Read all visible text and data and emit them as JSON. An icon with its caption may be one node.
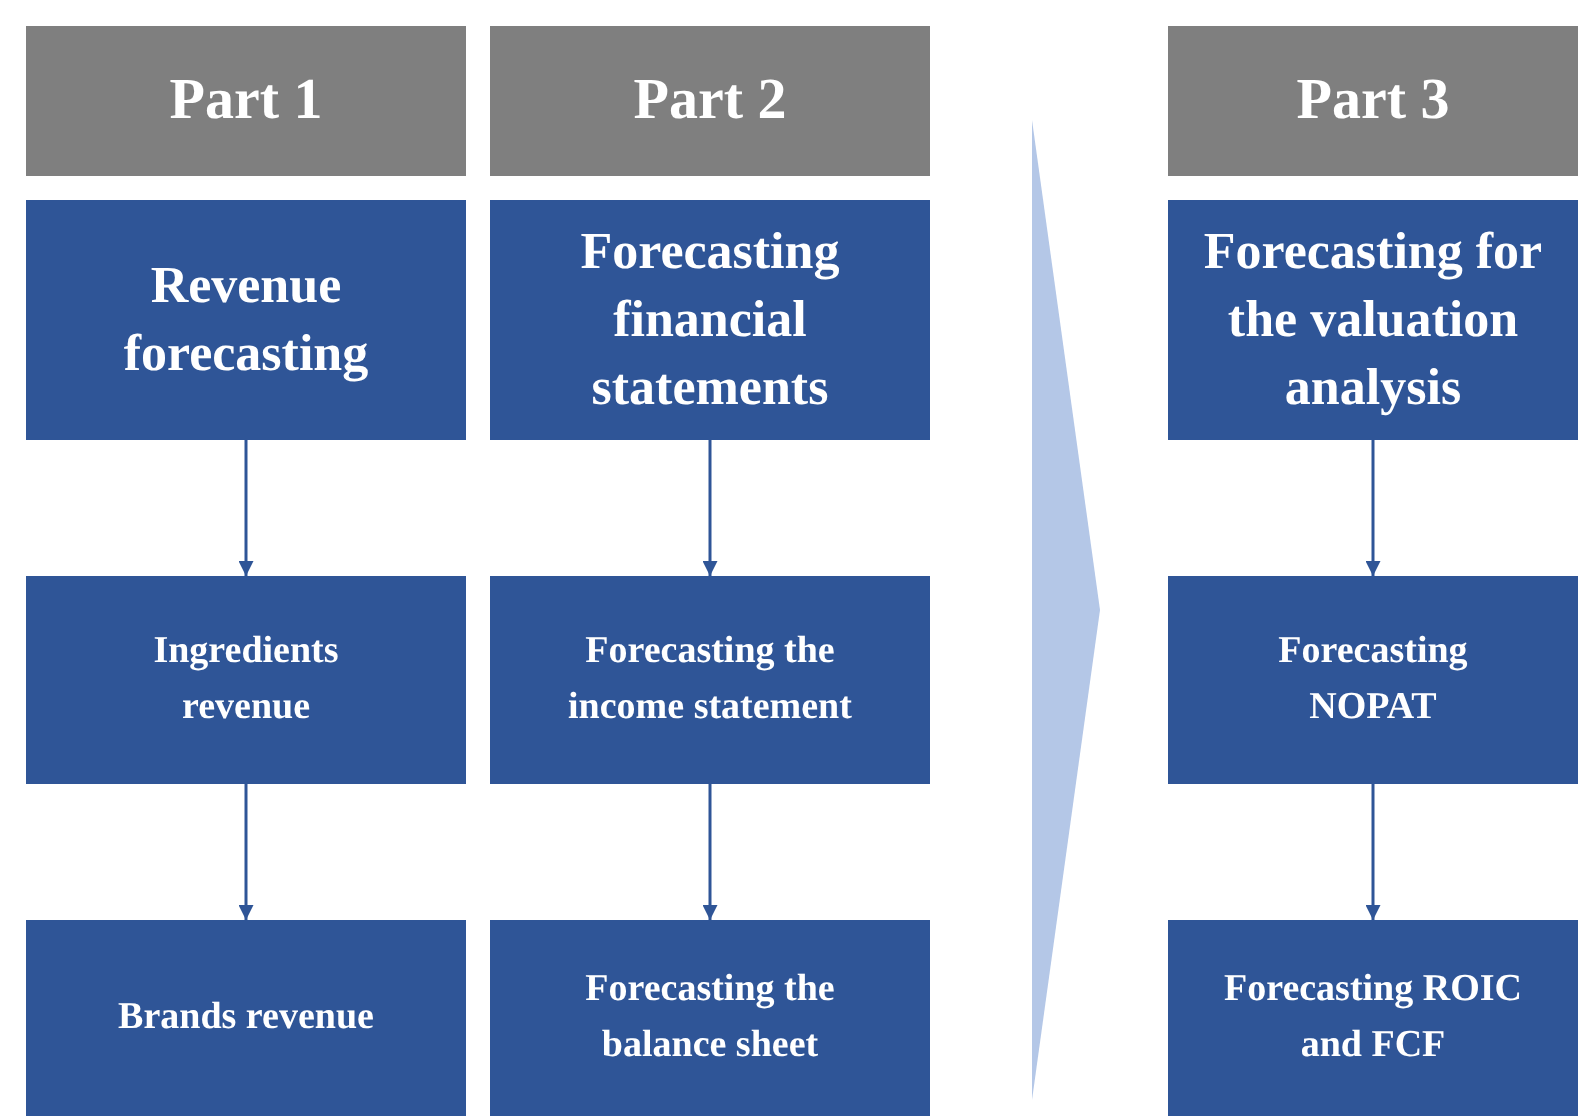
{
  "diagram": {
    "nodes": [
      {
        "text": [
          "Part 1"
        ]
      },
      {
        "text": [
          "Part 2"
        ]
      },
      {
        "text": [
          "Part 3"
        ]
      },
      {
        "text": [
          "Revenue forecasting"
        ]
      },
      {
        "text": [
          "Forecasting financial statements"
        ]
      },
      {
        "text": [
          "Forecasting for the valuation analysis"
        ]
      },
      {
        "text": [
          "Ingredients revenue"
        ]
      },
      {
        "text": [
          "Forecasting the income statement"
        ]
      },
      {
        "text": [
          "Forecasting NOPAT"
        ]
      },
      {
        "text": [
          "Brands revenue"
        ]
      },
      {
        "text": [
          "Forecasting the balance sheet"
        ]
      },
      {
        "text": [
          "Forecasting ROIC and FCF"
        ]
      },
      {
        "text": [],
        "shape": "chevron"
      }
    ],
    "edges": [
      {
        "from": 3,
        "to": 6,
        "arrow": "to"
      },
      {
        "from": 6,
        "to": 9,
        "arrow": "to"
      },
      {
        "from": 4,
        "to": 7,
        "arrow": "to"
      },
      {
        "from": 7,
        "to": 10,
        "arrow": "to"
      },
      {
        "from": 5,
        "to": 8,
        "arrow": "to"
      },
      {
        "from": 8,
        "to": 11,
        "arrow": "to"
      }
    ]
  }
}
